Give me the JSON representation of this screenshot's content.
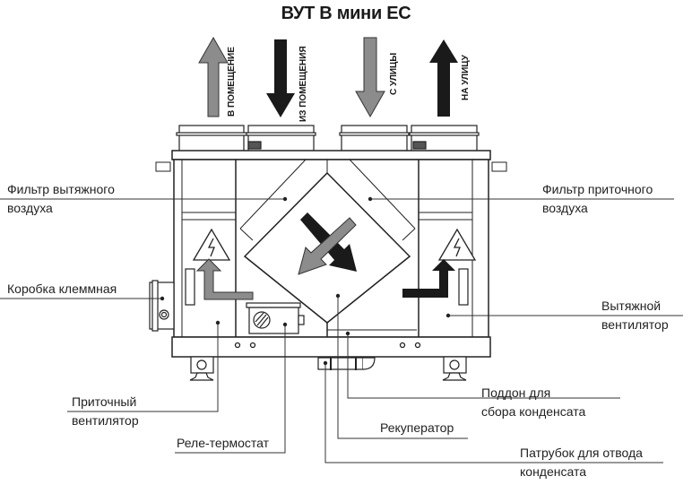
{
  "title": "ВУТ В мини ЕС",
  "airflow_labels": {
    "to_room": "В ПОМЕЩЕНИЕ",
    "from_room": "ИЗ ПОМЕЩЕНИЯ",
    "from_street": "С УЛИЦЫ",
    "to_street": "НА УЛИЦУ"
  },
  "callouts": {
    "exhaust_filter": {
      "line1": "Фильтр вытяжного",
      "line2": "воздуха"
    },
    "supply_filter": {
      "line1": "Фильтр приточного",
      "line2": "воздуха"
    },
    "terminal_box": {
      "line1": "Коробка клеммная"
    },
    "exhaust_fan": {
      "line1": "Вытяжной",
      "line2": "вентилятор"
    },
    "supply_fan": {
      "line1": "Приточный",
      "line2": "вентилятор"
    },
    "condensate_tray": {
      "line1": "Поддон для",
      "line2": "сбора конденсата"
    },
    "thermostat_relay": {
      "line1": "Реле-термостат"
    },
    "recuperator": {
      "line1": "Рекуператор"
    },
    "condensate_drain": {
      "line1": "Патрубок для отвода",
      "line2": "конденсата"
    }
  },
  "colors": {
    "supply_air": "#8c8c8c",
    "exhaust_air": "#1a1a1a",
    "outline": "#222222"
  }
}
